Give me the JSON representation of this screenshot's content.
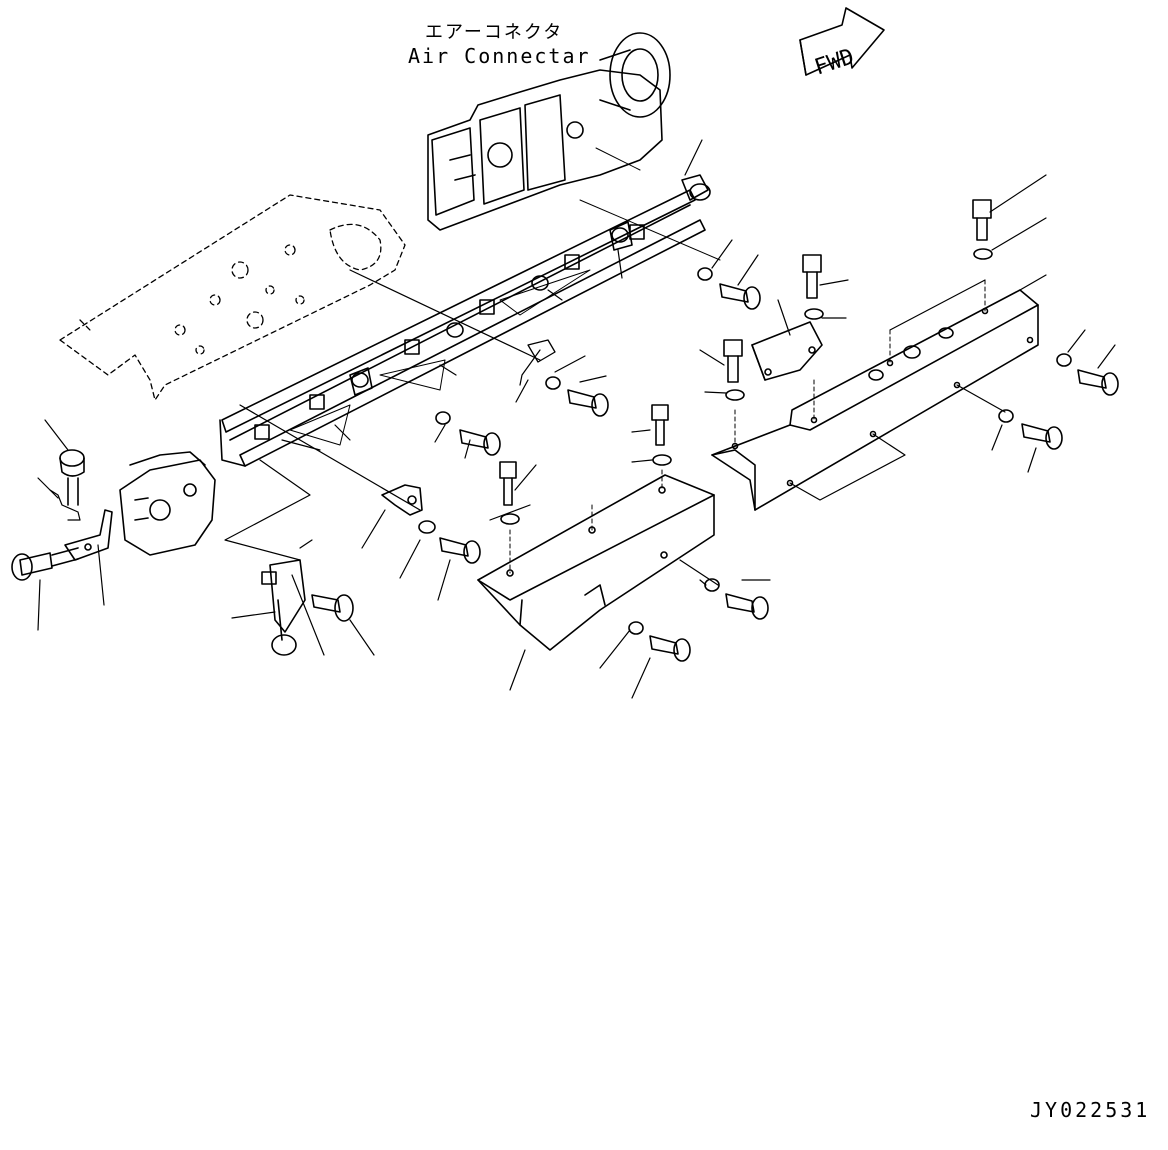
{
  "diagram": {
    "callout_jp": "エアーコネクタ",
    "callout_en": "Air Connectar",
    "direction_label": "FWD",
    "drawing_code": "JY022531"
  },
  "icons": {
    "direction_arrow": "fwd-arrow-icon"
  }
}
